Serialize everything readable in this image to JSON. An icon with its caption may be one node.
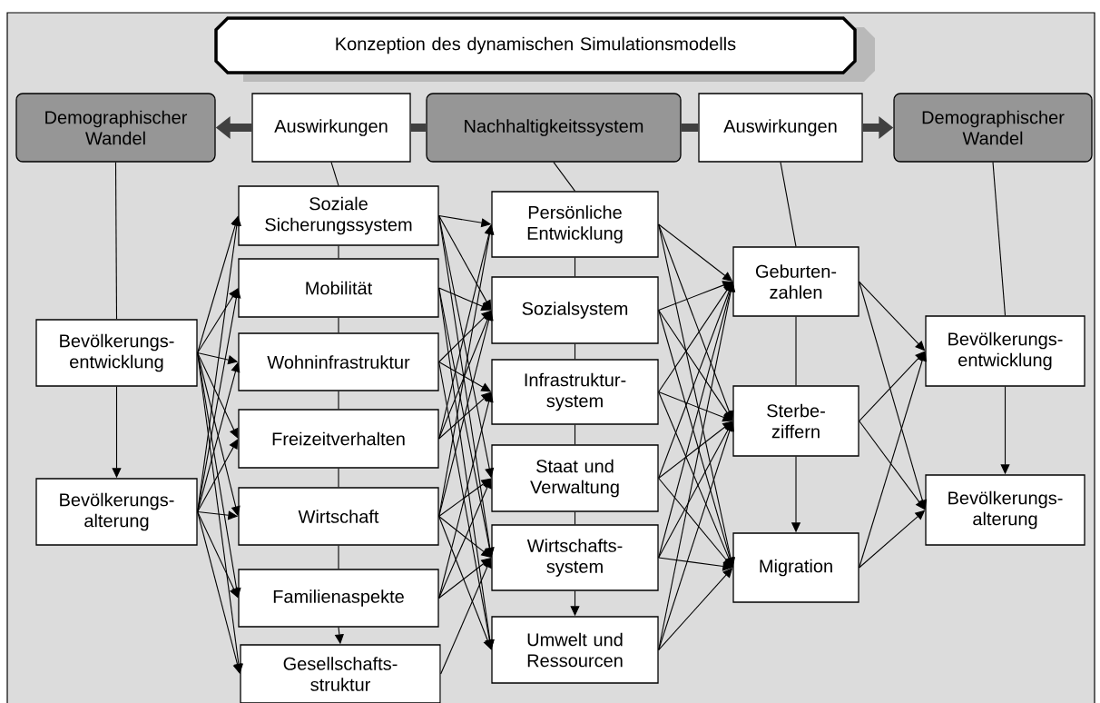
{
  "diagram": {
    "nodes": [
      {
        "text": [
          "Konzeption des dynamischen Simulationsmodells"
        ]
      },
      {
        "text": [
          "Demographischer Wandel"
        ]
      },
      {
        "text": [
          "Auswirkungen"
        ]
      },
      {
        "text": [
          "Nachhaltigkeitssystem"
        ]
      },
      {
        "text": [
          "Auswirkungen"
        ]
      },
      {
        "text": [
          "Demographischer Wandel"
        ]
      },
      {
        "text": [
          "Bevölkerungs- entwicklung"
        ]
      },
      {
        "text": [
          "Bevölkerungs- alterung"
        ]
      },
      {
        "text": [
          "Soziale Sicherungssystem"
        ]
      },
      {
        "text": [
          "Mobilität"
        ]
      },
      {
        "text": [
          "Wohninfrastruktur"
        ]
      },
      {
        "text": [
          "Freizeitverhalten"
        ]
      },
      {
        "text": [
          "Wirtschaft"
        ]
      },
      {
        "text": [
          "Familienaspekte"
        ]
      },
      {
        "text": [
          "Gesellschafts- struktur"
        ]
      },
      {
        "text": [
          "Persönliche Entwicklung"
        ]
      },
      {
        "text": [
          "Sozialsystem"
        ]
      },
      {
        "text": [
          "Infrastruktur- system"
        ]
      },
      {
        "text": [
          "Staat und Verwaltung"
        ]
      },
      {
        "text": [
          "Wirtschafts- system"
        ]
      },
      {
        "text": [
          "Umwelt und Ressourcen"
        ]
      },
      {
        "text": [
          "Geburten- zahlen"
        ]
      },
      {
        "text": [
          "Sterbe- ziffern"
        ]
      },
      {
        "text": [
          "Migration"
        ]
      },
      {
        "text": [
          "Bevölkerungs- entwicklung"
        ]
      },
      {
        "text": [
          "Bevölkerungs- alterung"
        ]
      }
    ],
    "edges": [
      {
        "from": 3,
        "to": 2,
        "arrow": "none",
        "style": "thick",
        "color": "#404040"
      },
      {
        "from": 2,
        "to": 1,
        "arrow": "to",
        "style": "thick",
        "color": "#404040"
      },
      {
        "from": 3,
        "to": 4,
        "arrow": "none",
        "style": "thick",
        "color": "#404040"
      },
      {
        "from": 4,
        "to": 5,
        "arrow": "to",
        "style": "thick",
        "color": "#404040"
      },
      {
        "from": 1,
        "to": 6,
        "arrow": "none"
      },
      {
        "from": 2,
        "to": 8,
        "arrow": "none"
      },
      {
        "from": 3,
        "to": 15,
        "arrow": "none"
      },
      {
        "from": 4,
        "to": 21,
        "arrow": "none"
      },
      {
        "from": 5,
        "to": 24,
        "arrow": "none"
      },
      {
        "from": 6,
        "to": 7,
        "arrow": "to"
      },
      {
        "from": 8,
        "to": 9,
        "arrow": "none"
      },
      {
        "from": 9,
        "to": 10,
        "arrow": "none"
      },
      {
        "from": 10,
        "to": 11,
        "arrow": "none"
      },
      {
        "from": 11,
        "to": 12,
        "arrow": "none"
      },
      {
        "from": 12,
        "to": 13,
        "arrow": "none"
      },
      {
        "from": 13,
        "to": 14,
        "arrow": "to"
      },
      {
        "from": 15,
        "to": 16,
        "arrow": "none"
      },
      {
        "from": 16,
        "to": 17,
        "arrow": "none"
      },
      {
        "from": 17,
        "to": 18,
        "arrow": "none"
      },
      {
        "from": 18,
        "to": 19,
        "arrow": "none"
      },
      {
        "from": 19,
        "to": 20,
        "arrow": "to"
      },
      {
        "from": 21,
        "to": 22,
        "arrow": "none"
      },
      {
        "from": 22,
        "to": 23,
        "arrow": "to"
      },
      {
        "from": 24,
        "to": 25,
        "arrow": "to"
      },
      {
        "from": 6,
        "to": 8,
        "arrow": "to"
      },
      {
        "from": 6,
        "to": 9,
        "arrow": "to"
      },
      {
        "from": 6,
        "to": 10,
        "arrow": "to"
      },
      {
        "from": 6,
        "to": 11,
        "arrow": "to"
      },
      {
        "from": 6,
        "to": 12,
        "arrow": "to"
      },
      {
        "from": 6,
        "to": 13,
        "arrow": "to"
      },
      {
        "from": 6,
        "to": 14,
        "arrow": "to"
      },
      {
        "from": 7,
        "to": 8,
        "arrow": "to"
      },
      {
        "from": 7,
        "to": 9,
        "arrow": "to"
      },
      {
        "from": 7,
        "to": 10,
        "arrow": "to"
      },
      {
        "from": 7,
        "to": 11,
        "arrow": "to"
      },
      {
        "from": 7,
        "to": 12,
        "arrow": "to"
      },
      {
        "from": 7,
        "to": 13,
        "arrow": "to"
      },
      {
        "from": 7,
        "to": 14,
        "arrow": "to"
      },
      {
        "from": 8,
        "to": 15,
        "arrow": "to"
      },
      {
        "from": 8,
        "to": 16,
        "arrow": "to"
      },
      {
        "from": 8,
        "to": 18,
        "arrow": "to"
      },
      {
        "from": 8,
        "to": 19,
        "arrow": "to"
      },
      {
        "from": 9,
        "to": 16,
        "arrow": "to"
      },
      {
        "from": 9,
        "to": 19,
        "arrow": "to"
      },
      {
        "from": 9,
        "to": 20,
        "arrow": "to"
      },
      {
        "from": 10,
        "to": 16,
        "arrow": "to"
      },
      {
        "from": 10,
        "to": 17,
        "arrow": "to"
      },
      {
        "from": 10,
        "to": 20,
        "arrow": "to"
      },
      {
        "from": 11,
        "to": 15,
        "arrow": "to"
      },
      {
        "from": 11,
        "to": 16,
        "arrow": "to"
      },
      {
        "from": 11,
        "to": 17,
        "arrow": "to"
      },
      {
        "from": 12,
        "to": 15,
        "arrow": "to"
      },
      {
        "from": 12,
        "to": 16,
        "arrow": "to"
      },
      {
        "from": 12,
        "to": 18,
        "arrow": "to"
      },
      {
        "from": 12,
        "to": 19,
        "arrow": "to"
      },
      {
        "from": 12,
        "to": 20,
        "arrow": "to"
      },
      {
        "from": 13,
        "to": 17,
        "arrow": "to"
      },
      {
        "from": 13,
        "to": 18,
        "arrow": "to"
      },
      {
        "from": 13,
        "to": 19,
        "arrow": "to"
      },
      {
        "from": 14,
        "to": 19,
        "arrow": "to"
      },
      {
        "from": 15,
        "to": 21,
        "arrow": "to"
      },
      {
        "from": 15,
        "to": 22,
        "arrow": "to"
      },
      {
        "from": 15,
        "to": 23,
        "arrow": "to"
      },
      {
        "from": 16,
        "to": 21,
        "arrow": "to"
      },
      {
        "from": 16,
        "to": 22,
        "arrow": "to"
      },
      {
        "from": 16,
        "to": 23,
        "arrow": "to"
      },
      {
        "from": 17,
        "to": 21,
        "arrow": "to"
      },
      {
        "from": 17,
        "to": 22,
        "arrow": "to"
      },
      {
        "from": 17,
        "to": 23,
        "arrow": "to"
      },
      {
        "from": 18,
        "to": 21,
        "arrow": "to"
      },
      {
        "from": 18,
        "to": 22,
        "arrow": "to"
      },
      {
        "from": 18,
        "to": 23,
        "arrow": "to"
      },
      {
        "from": 19,
        "to": 21,
        "arrow": "to"
      },
      {
        "from": 19,
        "to": 22,
        "arrow": "to"
      },
      {
        "from": 19,
        "to": 23,
        "arrow": "to"
      },
      {
        "from": 20,
        "to": 21,
        "arrow": "to"
      },
      {
        "from": 20,
        "to": 22,
        "arrow": "to"
      },
      {
        "from": 20,
        "to": 23,
        "arrow": "to"
      },
      {
        "from": 21,
        "to": 24,
        "arrow": "to"
      },
      {
        "from": 21,
        "to": 25,
        "arrow": "to"
      },
      {
        "from": 22,
        "to": 24,
        "arrow": "to"
      },
      {
        "from": 22,
        "to": 25,
        "arrow": "to"
      },
      {
        "from": 23,
        "to": 24,
        "arrow": "to"
      },
      {
        "from": 23,
        "to": 25,
        "arrow": "to"
      }
    ]
  }
}
